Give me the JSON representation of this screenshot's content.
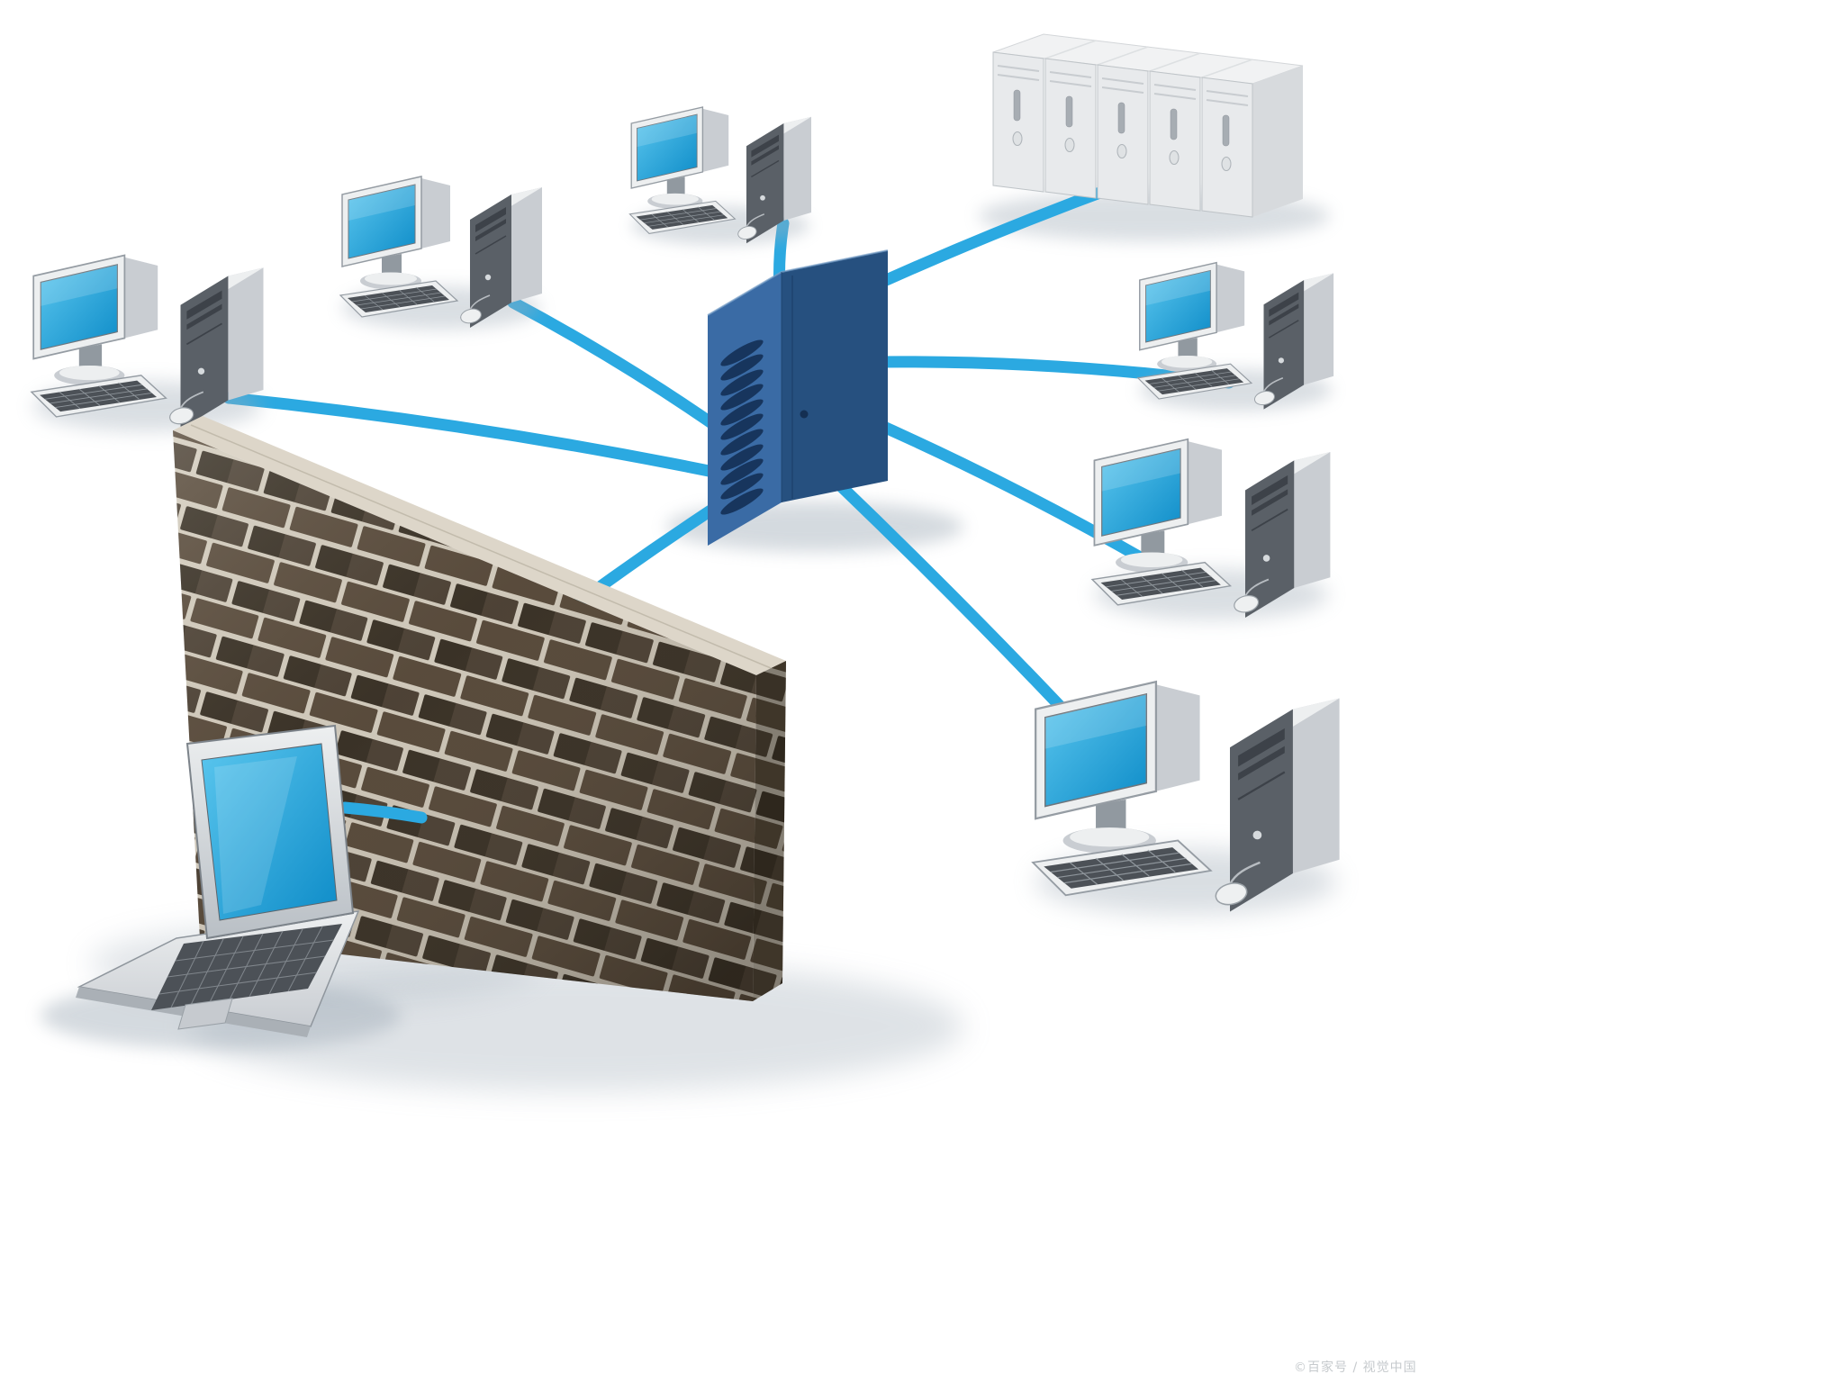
{
  "scene": {
    "kind": "3d-network-security-illustration",
    "watermark": "©百家号 / 视觉中国"
  },
  "palette": {
    "background": "#ffffff",
    "cable": "#2ba9e1",
    "screen": "#0e8cc8",
    "screen-light": "#5ac6ee",
    "server-front": "#3a6ba5",
    "server-side": "#26507f",
    "server-top": "#547fb3",
    "vent": "#17355d",
    "metal-light": "#edeff0",
    "metal": "#c9cdd2",
    "metal-dark": "#9199a0",
    "panel-dark": "#5a6067",
    "key-dark": "#4c5157",
    "brick": "#57493a",
    "brick-alt": "#4b4034",
    "brick-dark": "#372f24",
    "mortar": "#d4cdbf",
    "shadow": "#a2aeb9",
    "watermark": "#c6cacd"
  },
  "nodes": {
    "central_server": {
      "id": "central-server",
      "role": "hub"
    },
    "server_rack": {
      "id": "server-rack",
      "units": 5
    },
    "workstations": [
      {
        "id": "workstation-far-left"
      },
      {
        "id": "workstation-mid-left"
      },
      {
        "id": "workstation-top-center"
      },
      {
        "id": "workstation-right-upper"
      },
      {
        "id": "workstation-right-middle"
      },
      {
        "id": "workstation-bottom-right"
      }
    ],
    "firewall": {
      "id": "firewall-brick-wall"
    },
    "laptop": {
      "id": "laptop-client"
    }
  },
  "connections": [
    {
      "from": "central-server",
      "to": "workstation-far-left"
    },
    {
      "from": "central-server",
      "to": "workstation-mid-left"
    },
    {
      "from": "central-server",
      "to": "workstation-top-center"
    },
    {
      "from": "central-server",
      "to": "server-rack"
    },
    {
      "from": "central-server",
      "to": "workstation-right-upper"
    },
    {
      "from": "central-server",
      "to": "workstation-right-middle"
    },
    {
      "from": "central-server",
      "to": "workstation-bottom-right"
    },
    {
      "from": "central-server",
      "to": "firewall-brick-wall"
    },
    {
      "from": "laptop-client",
      "to": "firewall-brick-wall"
    }
  ]
}
